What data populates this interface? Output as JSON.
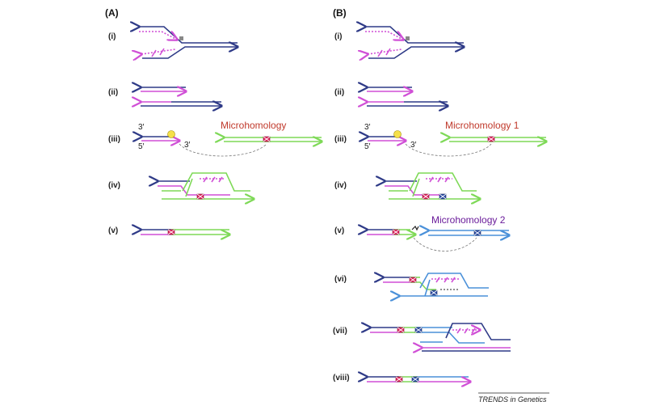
{
  "panels": {
    "a": "(A)",
    "b": "(B)"
  },
  "rows_a": [
    "(i)",
    "(ii)",
    "(iii)",
    "(iv)",
    "(v)"
  ],
  "rows_b": [
    "(i)",
    "(ii)",
    "(iii)",
    "(iv)",
    "(v)",
    "(vi)",
    "(vii)",
    "(viii)"
  ],
  "ends": {
    "three_prime": "3′",
    "five_prime": "5′"
  },
  "labels": {
    "microhomology_a": "Microhomology",
    "microhomology_b1": "Microhomology 1",
    "microhomology_b2": "Microhomology 2"
  },
  "credit": "TRENDS in Genetics",
  "colors": {
    "navy": "#2e3a87",
    "magenta": "#d04fd6",
    "green": "#7ed957",
    "blue": "#4a90d9",
    "red_mark": "#e0245e",
    "yellow": "#f5e04a"
  }
}
